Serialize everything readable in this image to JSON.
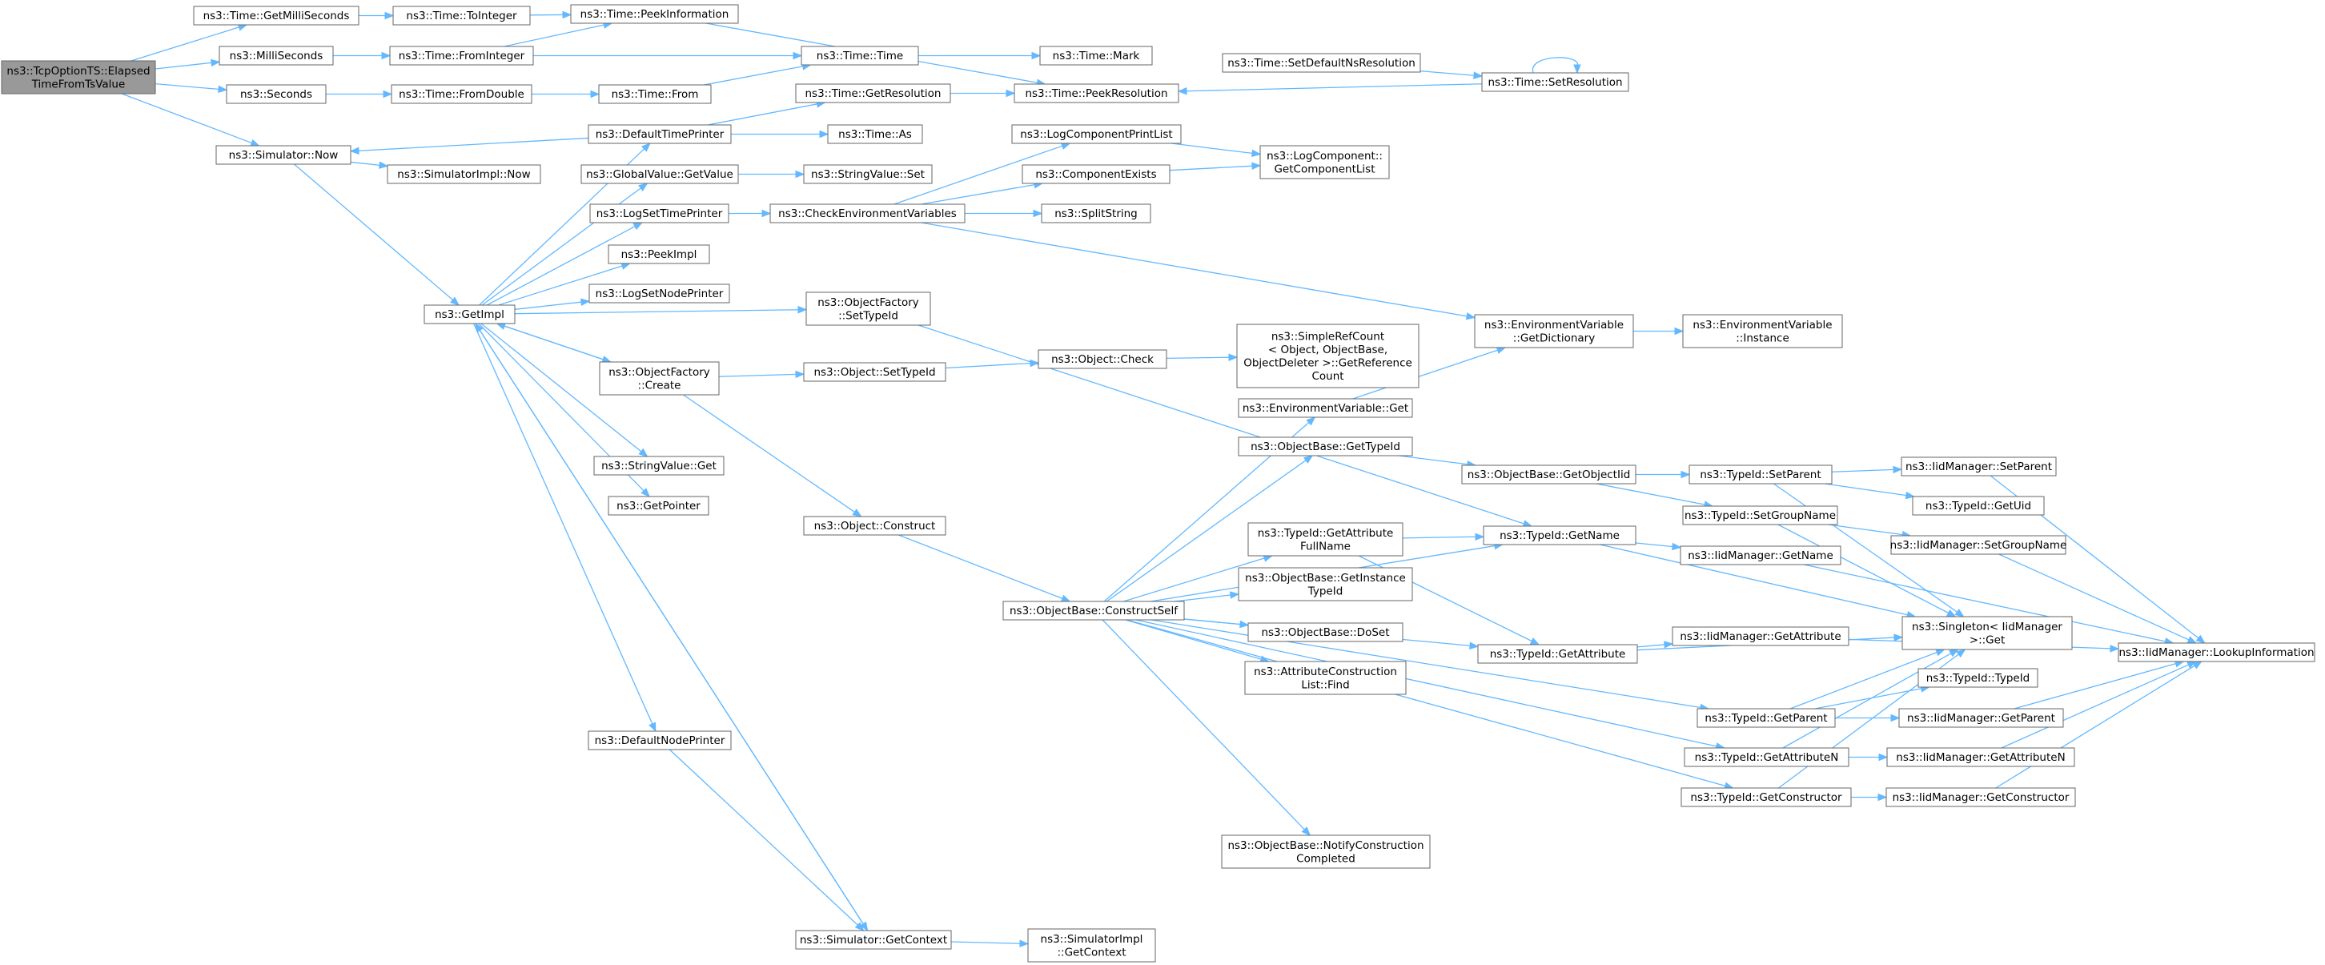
{
  "nodes": [
    {
      "id": "root",
      "label": "ns3::TcpOptionTS::Elapsed\nTimeFromTsValue"
    },
    {
      "id": "getMilliSeconds",
      "label": "ns3::Time::GetMilliSeconds"
    },
    {
      "id": "milliSeconds",
      "label": "ns3::MilliSeconds"
    },
    {
      "id": "seconds",
      "label": "ns3::Seconds"
    },
    {
      "id": "simNow",
      "label": "ns3::Simulator::Now"
    },
    {
      "id": "toInteger",
      "label": "ns3::Time::ToInteger"
    },
    {
      "id": "fromInteger",
      "label": "ns3::Time::FromInteger"
    },
    {
      "id": "fromDouble",
      "label": "ns3::Time::FromDouble"
    },
    {
      "id": "peekInfo",
      "label": "ns3::Time::PeekInformation"
    },
    {
      "id": "timeFrom",
      "label": "ns3::Time::From"
    },
    {
      "id": "timeTime",
      "label": "ns3::Time::Time"
    },
    {
      "id": "timeMark",
      "label": "ns3::Time::Mark"
    },
    {
      "id": "setDefaultNs",
      "label": "ns3::Time::SetDefaultNsResolution"
    },
    {
      "id": "setResolution",
      "label": "ns3::Time::SetResolution"
    },
    {
      "id": "getResolution",
      "label": "ns3::Time::GetResolution"
    },
    {
      "id": "peekResolution",
      "label": "ns3::Time::PeekResolution"
    },
    {
      "id": "defaultTimePrinter",
      "label": "ns3::DefaultTimePrinter"
    },
    {
      "id": "timeAs",
      "label": "ns3::Time::As"
    },
    {
      "id": "simImplNow",
      "label": "ns3::SimulatorImpl::Now"
    },
    {
      "id": "globalValueGet",
      "label": "ns3::GlobalValue::GetValue"
    },
    {
      "id": "stringValueSet",
      "label": "ns3::StringValue::Set"
    },
    {
      "id": "logSetTimePrinter",
      "label": "ns3::LogSetTimePrinter"
    },
    {
      "id": "checkEnv",
      "label": "ns3::CheckEnvironmentVariables"
    },
    {
      "id": "logComponentPrintList",
      "label": "ns3::LogComponentPrintList"
    },
    {
      "id": "componentExists",
      "label": "ns3::ComponentExists"
    },
    {
      "id": "getComponentList",
      "label": "ns3::LogComponent::\nGetComponentList"
    },
    {
      "id": "splitString",
      "label": "ns3::SplitString"
    },
    {
      "id": "peekImpl",
      "label": "ns3::PeekImpl"
    },
    {
      "id": "logSetNodePrinter",
      "label": "ns3::LogSetNodePrinter"
    },
    {
      "id": "getImpl",
      "label": "ns3::GetImpl"
    },
    {
      "id": "ofSetTypeId",
      "label": "ns3::ObjectFactory\n::SetTypeId"
    },
    {
      "id": "envGetDictionary",
      "label": "ns3::EnvironmentVariable\n::GetDictionary"
    },
    {
      "id": "envInstance",
      "label": "ns3::EnvironmentVariable\n::Instance"
    },
    {
      "id": "ofCreate",
      "label": "ns3::ObjectFactory\n::Create"
    },
    {
      "id": "objSetTypeId",
      "label": "ns3::Object::SetTypeId"
    },
    {
      "id": "objCheck",
      "label": "ns3::Object::Check"
    },
    {
      "id": "simpleRefCount",
      "label": "ns3::SimpleRefCount\n< Object, ObjectBase,\nObjectDeleter >::GetReference\nCount"
    },
    {
      "id": "envGet",
      "label": "ns3::EnvironmentVariable::Get"
    },
    {
      "id": "obGetTypeId",
      "label": "ns3::ObjectBase::GetTypeId"
    },
    {
      "id": "obGetObjectIid",
      "label": "ns3::ObjectBase::GetObjectIid"
    },
    {
      "id": "tidSetParent",
      "label": "ns3::TypeId::SetParent"
    },
    {
      "id": "iidSetParent",
      "label": "ns3::IidManager::SetParent"
    },
    {
      "id": "tidGetUid",
      "label": "ns3::TypeId::GetUid"
    },
    {
      "id": "tidSetGroupName",
      "label": "ns3::TypeId::SetGroupName"
    },
    {
      "id": "iidSetGroupName",
      "label": "ns3::IidManager::SetGroupName"
    },
    {
      "id": "stringValueGet",
      "label": "ns3::StringValue::Get"
    },
    {
      "id": "getPointer",
      "label": "ns3::GetPointer"
    },
    {
      "id": "objConstruct",
      "label": "ns3::Object::Construct"
    },
    {
      "id": "tidGetAttrFullName",
      "label": "ns3::TypeId::GetAttribute\nFullName"
    },
    {
      "id": "tidGetName",
      "label": "ns3::TypeId::GetName"
    },
    {
      "id": "iidGetName",
      "label": "ns3::IidManager::GetName"
    },
    {
      "id": "obGetInstanceTypeId",
      "label": "ns3::ObjectBase::GetInstance\nTypeId"
    },
    {
      "id": "obConstructSelf",
      "label": "ns3::ObjectBase::ConstructSelf"
    },
    {
      "id": "obDoSet",
      "label": "ns3::ObjectBase::DoSet"
    },
    {
      "id": "singletonGet",
      "label": "ns3::Singleton< IidManager\n>::Get"
    },
    {
      "id": "iidLookup",
      "label": "ns3::IidManager::LookupInformation"
    },
    {
      "id": "tidGetAttribute",
      "label": "ns3::TypeId::GetAttribute"
    },
    {
      "id": "iidGetAttribute",
      "label": "ns3::IidManager::GetAttribute"
    },
    {
      "id": "attrConstructionFind",
      "label": "ns3::AttributeConstruction\nList::Find"
    },
    {
      "id": "tidTypeId",
      "label": "ns3::TypeId::TypeId"
    },
    {
      "id": "tidGetParent",
      "label": "ns3::TypeId::GetParent"
    },
    {
      "id": "iidGetParent",
      "label": "ns3::IidManager::GetParent"
    },
    {
      "id": "defaultNodePrinter",
      "label": "ns3::DefaultNodePrinter"
    },
    {
      "id": "tidGetAttributeN",
      "label": "ns3::TypeId::GetAttributeN"
    },
    {
      "id": "iidGetAttributeN",
      "label": "ns3::IidManager::GetAttributeN"
    },
    {
      "id": "tidGetConstructor",
      "label": "ns3::TypeId::GetConstructor"
    },
    {
      "id": "iidGetConstructor",
      "label": "ns3::IidManager::GetConstructor"
    },
    {
      "id": "obNotifyConstruction",
      "label": "ns3::ObjectBase::NotifyConstruction\nCompleted"
    },
    {
      "id": "simGetContext",
      "label": "ns3::Simulator::GetContext"
    },
    {
      "id": "simImplGetContext",
      "label": "ns3::SimulatorImpl\n::GetContext"
    }
  ],
  "edges": [
    [
      "root",
      "getMilliSeconds"
    ],
    [
      "root",
      "milliSeconds"
    ],
    [
      "root",
      "seconds"
    ],
    [
      "root",
      "simNow"
    ],
    [
      "getMilliSeconds",
      "toInteger"
    ],
    [
      "toInteger",
      "peekInfo"
    ],
    [
      "peekInfo",
      "peekResolution"
    ],
    [
      "milliSeconds",
      "fromInteger"
    ],
    [
      "fromInteger",
      "peekInfo"
    ],
    [
      "fromInteger",
      "timeTime"
    ],
    [
      "seconds",
      "fromDouble"
    ],
    [
      "fromDouble",
      "timeFrom"
    ],
    [
      "timeFrom",
      "timeTime"
    ],
    [
      "timeTime",
      "timeMark"
    ],
    [
      "setDefaultNs",
      "setResolution"
    ],
    [
      "setResolution",
      "setResolution"
    ],
    [
      "setResolution",
      "peekResolution"
    ],
    [
      "getResolution",
      "peekResolution"
    ],
    [
      "simNow",
      "simImplNow"
    ],
    [
      "simNow",
      "getImpl"
    ],
    [
      "defaultTimePrinter",
      "simNow"
    ],
    [
      "defaultTimePrinter",
      "timeAs"
    ],
    [
      "defaultTimePrinter",
      "getResolution"
    ],
    [
      "getImpl",
      "defaultTimePrinter"
    ],
    [
      "getImpl",
      "globalValueGet"
    ],
    [
      "getImpl",
      "logSetTimePrinter"
    ],
    [
      "getImpl",
      "peekImpl"
    ],
    [
      "getImpl",
      "logSetNodePrinter"
    ],
    [
      "getImpl",
      "ofSetTypeId"
    ],
    [
      "getImpl",
      "ofCreate"
    ],
    [
      "getImpl",
      "stringValueGet"
    ],
    [
      "getImpl",
      "getPointer"
    ],
    [
      "getImpl",
      "defaultNodePrinter"
    ],
    [
      "getImpl",
      "simGetContext"
    ],
    [
      "globalValueGet",
      "stringValueSet"
    ],
    [
      "logSetTimePrinter",
      "checkEnv"
    ],
    [
      "checkEnv",
      "logComponentPrintList"
    ],
    [
      "checkEnv",
      "componentExists"
    ],
    [
      "checkEnv",
      "splitString"
    ],
    [
      "checkEnv",
      "envGetDictionary"
    ],
    [
      "logComponentPrintList",
      "getComponentList"
    ],
    [
      "componentExists",
      "getComponentList"
    ],
    [
      "envGetDictionary",
      "envInstance"
    ],
    [
      "ofSetTypeId",
      "tidGetName"
    ],
    [
      "ofCreate",
      "objSetTypeId"
    ],
    [
      "ofCreate",
      "objConstruct"
    ],
    [
      "ofCreate",
      "getImpl"
    ],
    [
      "objSetTypeId",
      "objCheck"
    ],
    [
      "objCheck",
      "simpleRefCount"
    ],
    [
      "envGet",
      "envGetDictionary"
    ],
    [
      "objConstruct",
      "obConstructSelf"
    ],
    [
      "obConstructSelf",
      "envGet"
    ],
    [
      "obConstructSelf",
      "obGetTypeId"
    ],
    [
      "obConstructSelf",
      "tidGetAttrFullName"
    ],
    [
      "obConstructSelf",
      "tidGetName"
    ],
    [
      "obConstructSelf",
      "obGetInstanceTypeId"
    ],
    [
      "obConstructSelf",
      "obDoSet"
    ],
    [
      "obConstructSelf",
      "attrConstructionFind"
    ],
    [
      "obConstructSelf",
      "tidGetAttribute"
    ],
    [
      "obConstructSelf",
      "tidGetParent"
    ],
    [
      "obConstructSelf",
      "tidGetAttributeN"
    ],
    [
      "obConstructSelf",
      "tidGetConstructor"
    ],
    [
      "obConstructSelf",
      "obNotifyConstruction"
    ],
    [
      "obGetTypeId",
      "obGetObjectIid"
    ],
    [
      "obGetObjectIid",
      "tidSetParent"
    ],
    [
      "obGetObjectIid",
      "tidSetGroupName"
    ],
    [
      "tidSetParent",
      "iidSetParent"
    ],
    [
      "tidSetParent",
      "tidGetUid"
    ],
    [
      "tidSetParent",
      "singletonGet"
    ],
    [
      "tidSetGroupName",
      "iidSetGroupName"
    ],
    [
      "tidSetGroupName",
      "singletonGet"
    ],
    [
      "iidSetParent",
      "iidLookup"
    ],
    [
      "iidSetGroupName",
      "iidLookup"
    ],
    [
      "tidGetAttrFullName",
      "tidGetName"
    ],
    [
      "tidGetAttrFullName",
      "tidGetAttribute"
    ],
    [
      "tidGetName",
      "iidGetName"
    ],
    [
      "tidGetName",
      "singletonGet"
    ],
    [
      "iidGetName",
      "iidLookup"
    ],
    [
      "tidGetAttribute",
      "iidGetAttribute"
    ],
    [
      "tidGetAttribute",
      "singletonGet"
    ],
    [
      "iidGetAttribute",
      "iidLookup"
    ],
    [
      "tidGetParent",
      "tidTypeId"
    ],
    [
      "tidGetParent",
      "iidGetParent"
    ],
    [
      "tidGetParent",
      "singletonGet"
    ],
    [
      "iidGetParent",
      "iidLookup"
    ],
    [
      "tidGetAttributeN",
      "iidGetAttributeN"
    ],
    [
      "tidGetAttributeN",
      "singletonGet"
    ],
    [
      "iidGetAttributeN",
      "iidLookup"
    ],
    [
      "tidGetConstructor",
      "iidGetConstructor"
    ],
    [
      "tidGetConstructor",
      "singletonGet"
    ],
    [
      "iidGetConstructor",
      "iidLookup"
    ],
    [
      "defaultNodePrinter",
      "simGetContext"
    ],
    [
      "simGetContext",
      "simImplGetContext"
    ],
    [
      "simGetContext",
      "getImpl"
    ]
  ]
}
